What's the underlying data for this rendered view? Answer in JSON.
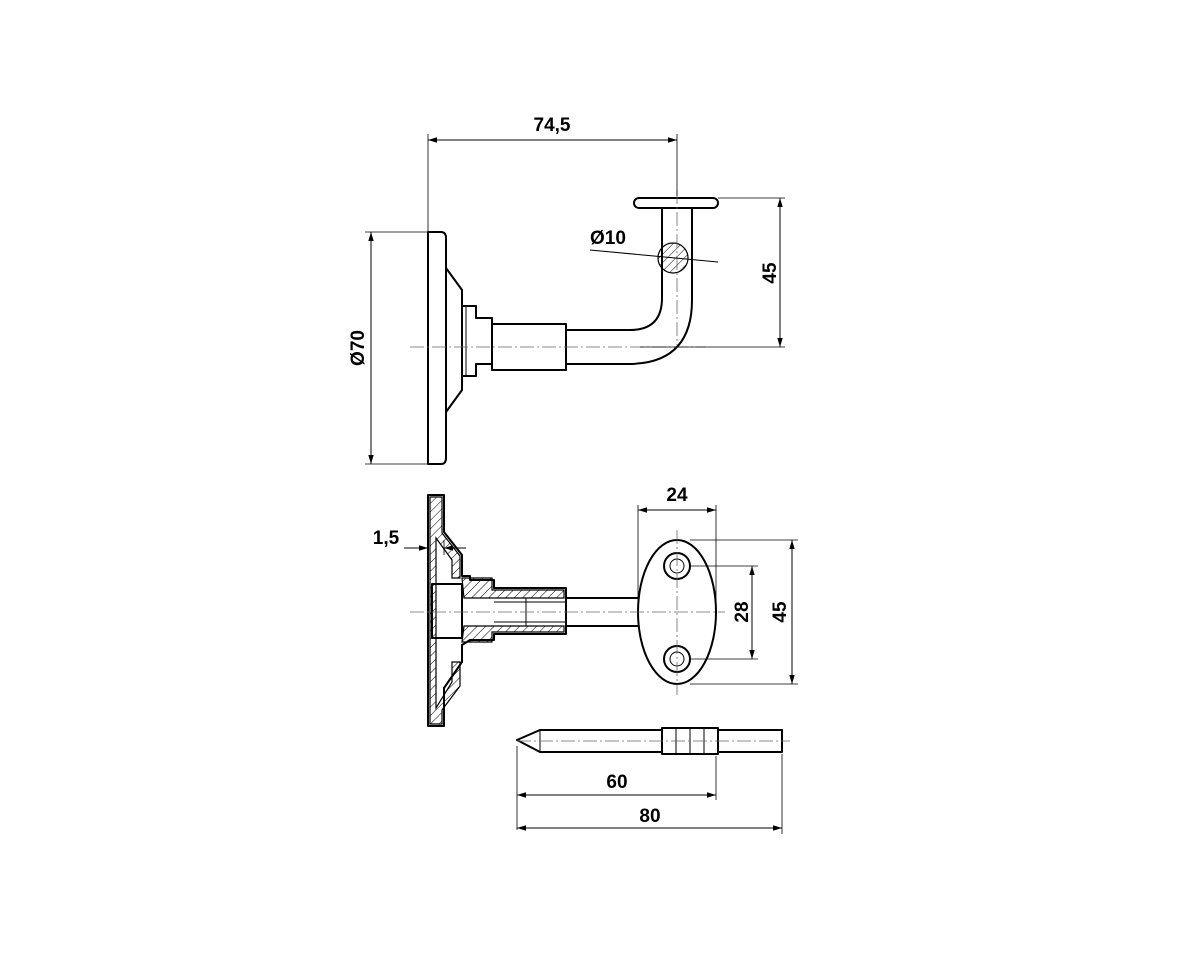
{
  "dimensions": {
    "width_overall": "74,5",
    "base_diameter": "Ø70",
    "rod_diameter": "Ø10",
    "height_top": "45",
    "wall_thickness": "1,5",
    "plate_width": "24",
    "hole_spacing": "28",
    "plate_height": "45",
    "screw_length_short": "60",
    "screw_length_total": "80"
  },
  "colors": {
    "line": "#000000",
    "background": "#ffffff"
  }
}
